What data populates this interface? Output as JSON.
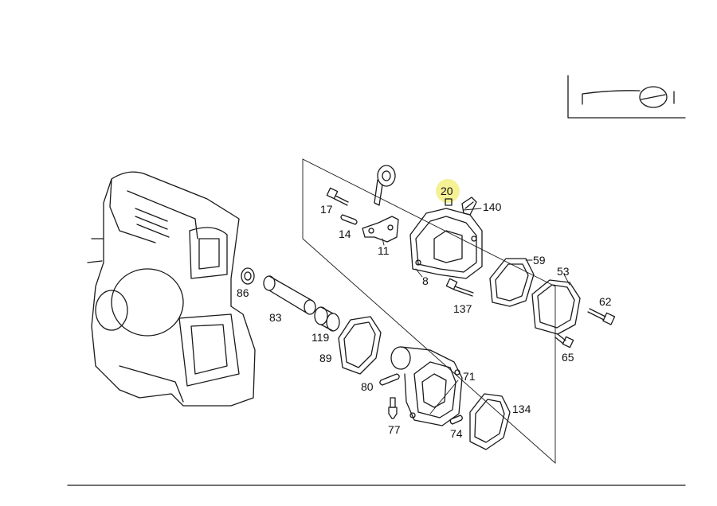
{
  "parts": {
    "p17": "17",
    "p14": "14",
    "p11": "11",
    "p20": "20",
    "p140": "140",
    "p8": "8",
    "p59": "59",
    "p53": "53",
    "p137": "137",
    "p62": "62",
    "p65": "65",
    "p86": "86",
    "p83": "83",
    "p119": "119",
    "p89": "89",
    "p80": "80",
    "p71": "71",
    "p77": "77",
    "p74": "74",
    "p134": "134"
  },
  "highlight_color": "#f4f08a",
  "inset_icon": "steering-wheel-icon"
}
